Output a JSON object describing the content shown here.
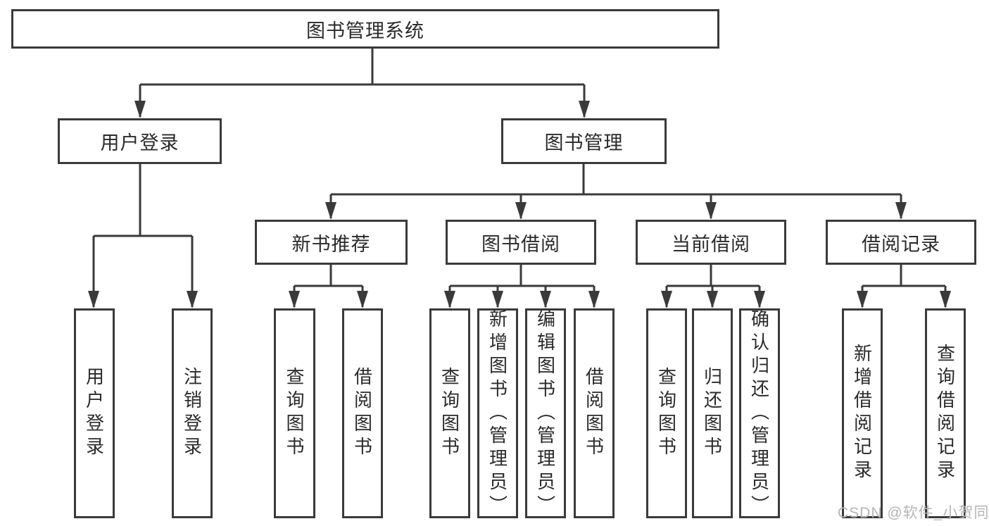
{
  "tree": {
    "label": "图书管理系统",
    "children": [
      {
        "label": "用户登录",
        "children": [
          {
            "label": "用户登录"
          },
          {
            "label": "注销登录"
          }
        ]
      },
      {
        "label": "图书管理",
        "children": [
          {
            "label": "新书推荐",
            "children": [
              {
                "label": "查询图书"
              },
              {
                "label": "借阅图书"
              }
            ]
          },
          {
            "label": "图书借阅",
            "children": [
              {
                "label": "查询图书"
              },
              {
                "label": "新增图书（管理员）"
              },
              {
                "label": "编辑图书（管理员）"
              },
              {
                "label": "借阅图书"
              }
            ]
          },
          {
            "label": "当前借阅",
            "children": [
              {
                "label": "查询图书"
              },
              {
                "label": "归还图书"
              },
              {
                "label": "确认归还（管理员）"
              }
            ]
          },
          {
            "label": "借阅记录",
            "children": [
              {
                "label": "新增借阅记录"
              },
              {
                "label": "查询借阅记录"
              }
            ]
          }
        ]
      }
    ]
  },
  "watermark": {
    "text": "CSDN @软件_小贺同学"
  },
  "colors": {
    "line": "#3a3a3a",
    "text": "#2a2a2a",
    "box_fill": "#ffffff",
    "background": "#ffffff",
    "watermark": "#b5b5b5"
  }
}
